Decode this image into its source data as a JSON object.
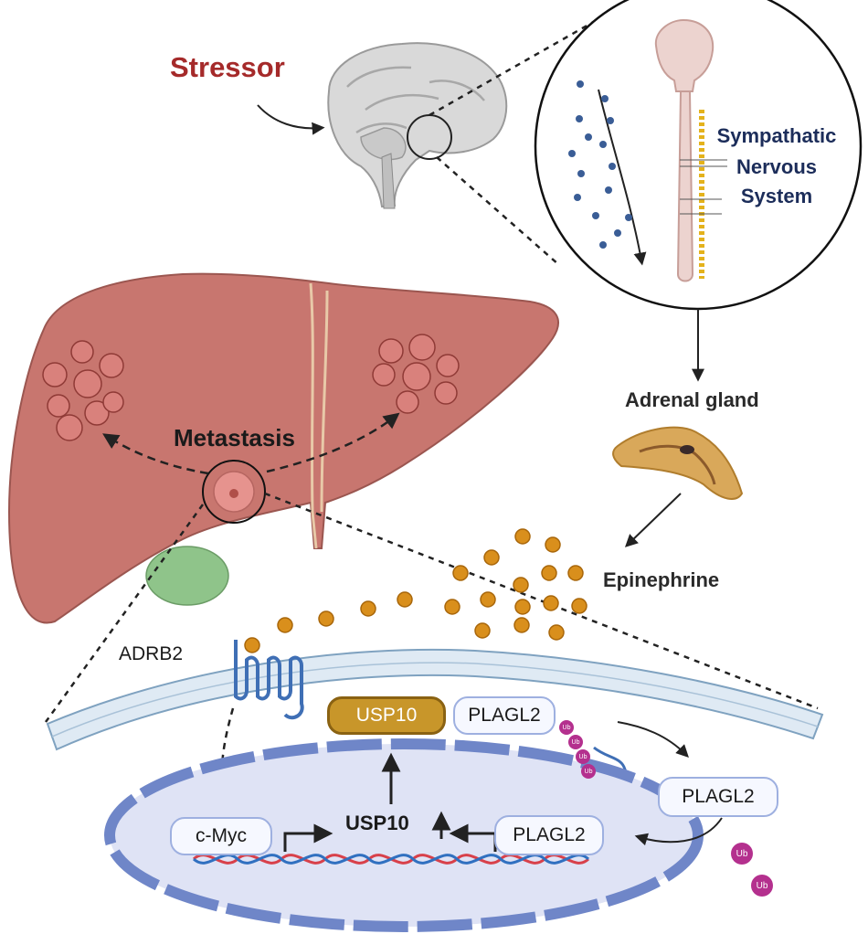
{
  "labels": {
    "stressor": "Stressor",
    "sympathetic_nervous_system": [
      "Sympathatic",
      "Nervous",
      "System"
    ],
    "adrenal_gland": "Adrenal gland",
    "epinephrine": "Epinephrine",
    "metastasis": "Metastasis",
    "adrb2": "ADRB2",
    "usp10_protein": "USP10",
    "plagl2_membrane": "PLAGL2",
    "plagl2_free": "PLAGL2",
    "plagl2_nuclear": "PLAGL2",
    "cmyc": "c-Myc",
    "usp10_gene": "USP10",
    "ubiquitin": "Ub"
  },
  "colors": {
    "stressor_text": "#a52a2a",
    "sns_text": "#1c2d5a",
    "liver": "#c8766f",
    "liver_edge": "#9b5650",
    "gallbladder": "#8fc48a",
    "tumor": "#d9817c",
    "adrenal": "#d9a85a",
    "epinephrine": "#d98f1c",
    "membrane": "#dfeaf4",
    "membrane_edge": "#7fa2c0",
    "receptor": "#3f6fb5",
    "nucleus": "#dfe3f5",
    "nucleus_edge": "#6f86c8",
    "usp10_fill": "#c8962a",
    "ubiquitin": "#b4308e",
    "dna_red": "#d8404a",
    "dna_blue": "#3070c0"
  },
  "icons": [
    "brain-icon",
    "spinal-cord-icon",
    "liver-icon",
    "adrenal-gland-icon",
    "receptor-icon",
    "dna-icon",
    "ubiquitin-icon"
  ]
}
